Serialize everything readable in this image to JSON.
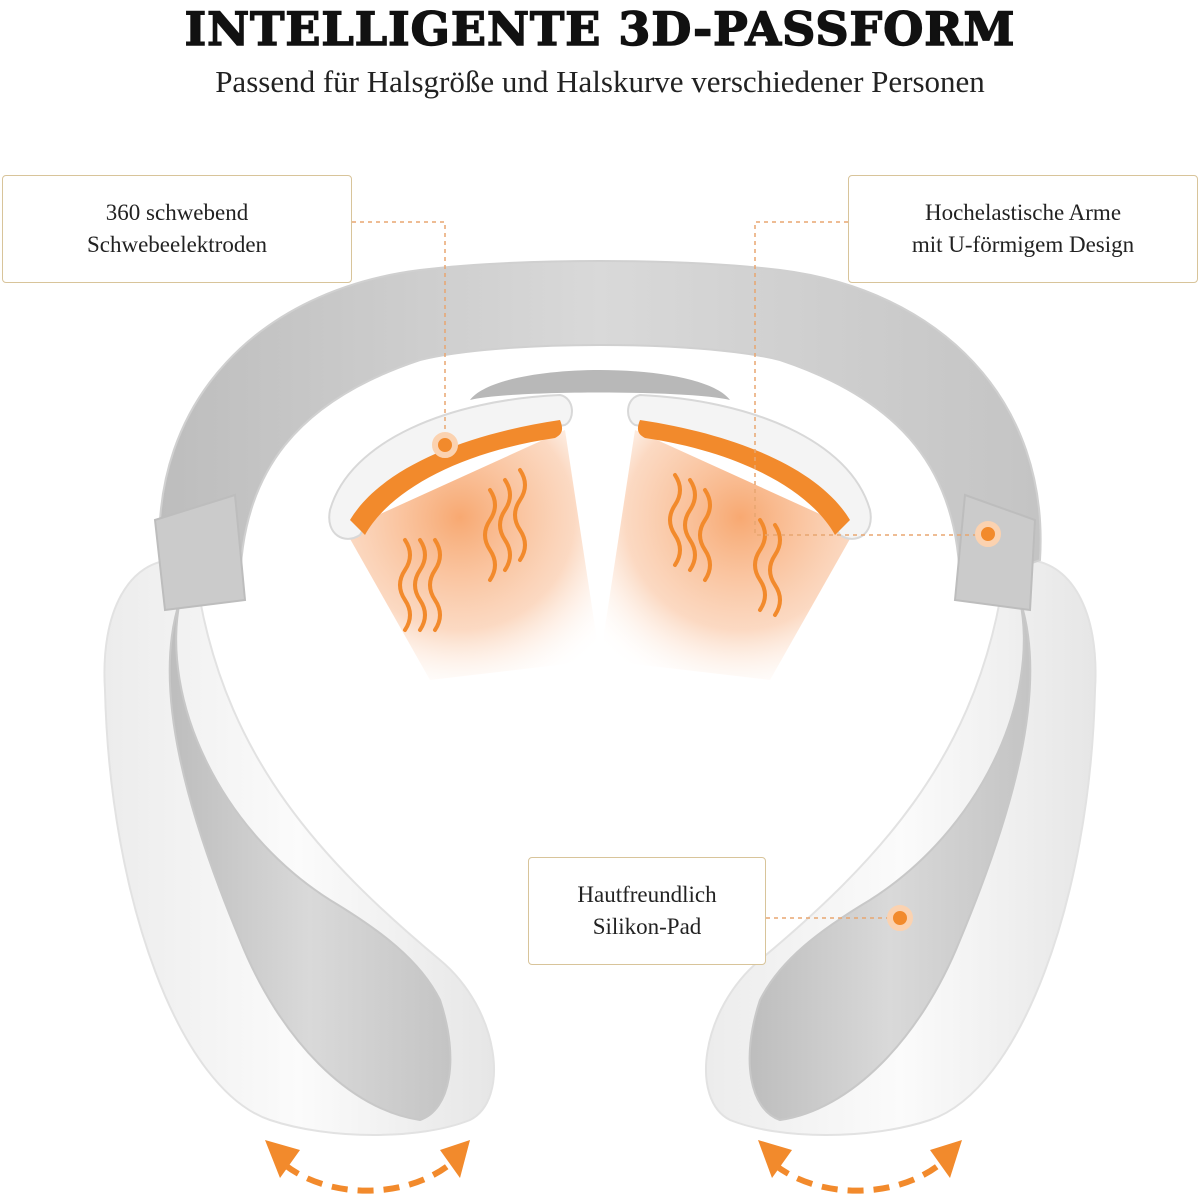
{
  "header": {
    "title": "INTELLIGENTE 3D-PASSFORM",
    "subtitle": "Passend für Halsgröße und Halskurve verschiedener Personen"
  },
  "callouts": {
    "electrodes": {
      "line1": "360 schwebend",
      "line2": "Schwebeelektroden"
    },
    "arms": {
      "line1": "Hochelastische Arme",
      "line2": "mit U-förmigem Design"
    },
    "pad": {
      "line1": "Hautfreundlich",
      "line2": "Silikon-Pad"
    }
  },
  "colors": {
    "accent": "#f28a2c",
    "heat": "#f7a46a",
    "device_gray": "#cfcfcf",
    "device_white": "#f4f4f4",
    "callout_border": "#d8c49a"
  }
}
